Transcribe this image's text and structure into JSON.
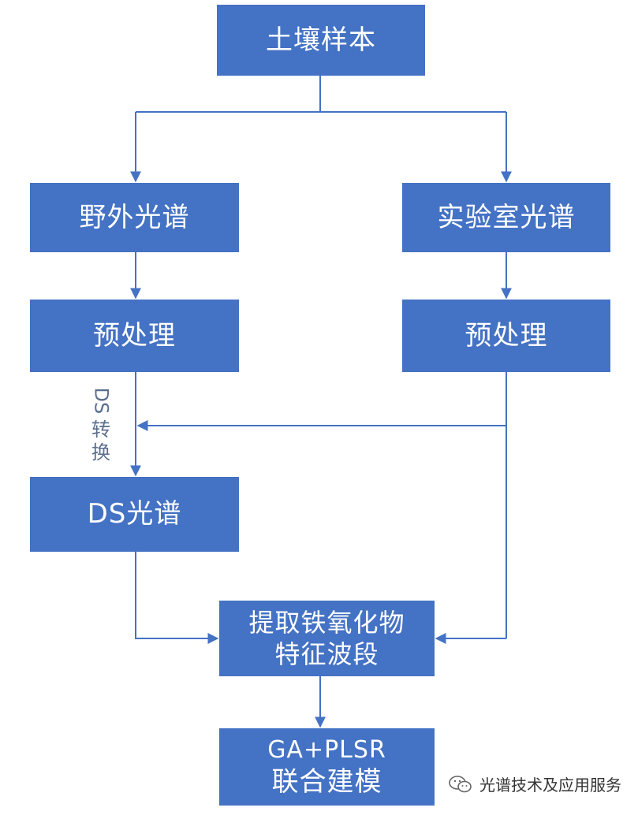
{
  "nodes": {
    "soil_sample": "土壤样本",
    "field_spectra": "野外光谱",
    "lab_spectra": "实验室光谱",
    "preprocess_left": "预处理",
    "preprocess_right": "预处理",
    "ds_spectra": "DS光谱",
    "extract_line1": "提取铁氧化物",
    "extract_line2": "特征波段",
    "model_line1": "GA+PLSR",
    "model_line2": "联合建模"
  },
  "edge_labels": {
    "ds_transform_latin": "DS",
    "ds_transform_char1": "转",
    "ds_transform_char2": "换"
  },
  "watermark": {
    "text": "光谱技术及应用服务",
    "icon": "wechat-icon"
  },
  "colors": {
    "box_fill": "#4472c4",
    "box_text": "#ffffff",
    "connector": "#4472c4",
    "edge_label": "#5b6f8f"
  }
}
